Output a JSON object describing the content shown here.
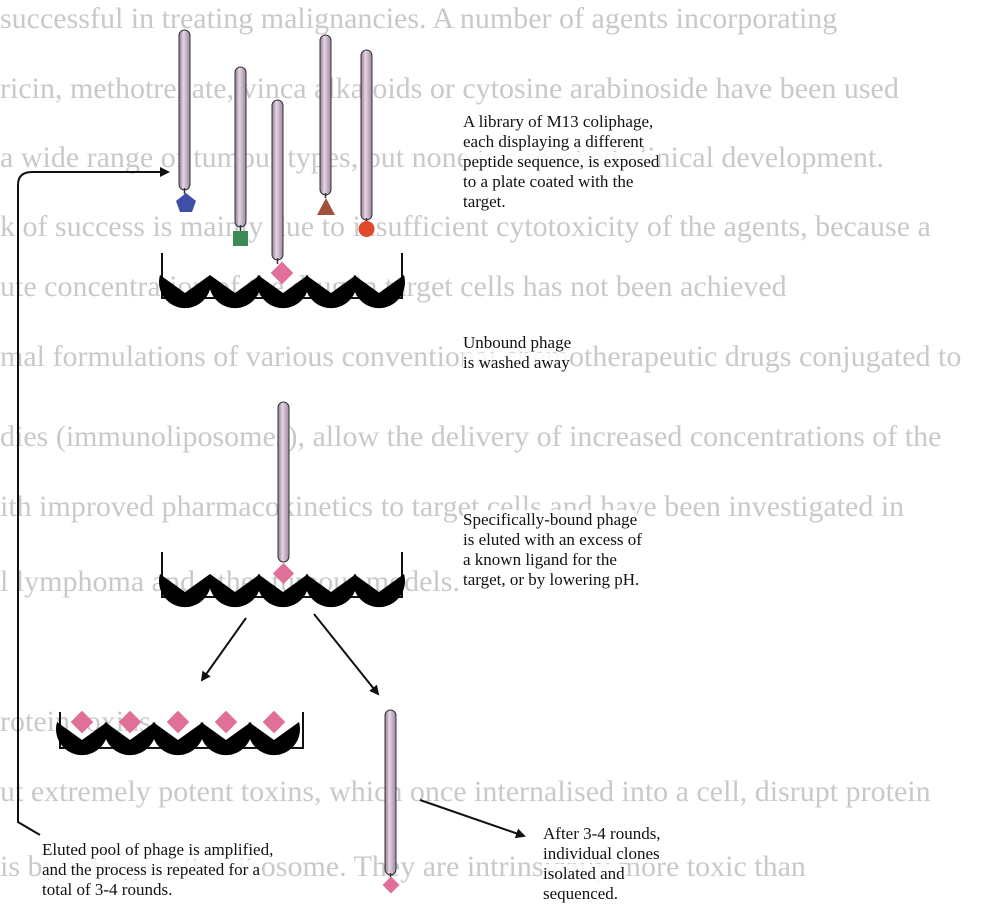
{
  "background_text": [
    "successful in treating malignancies. A number of agents incorporating",
    "ricin, methotrexate, vinca alkaloids or cytosine arabinoside have been used",
    "a wide range of tumour types, but none has reached clinical development.",
    "k of success is mainly due to insufficient cytotoxicity of the agents, because a",
    "ute concentration of the drug in target cells has not been achieved",
    "mal formulations of various conventional chemotherapeutic drugs conjugated to",
    "dies (immunoliposomes), allow the delivery of increased concentrations of the",
    "ith improved pharmacokinetics to target cells and have been investigated in",
    "l lymphoma and other tumour models.",
    "rotein toxins",
    "ut extremely potent toxins, which once internalised into a cell, disrupt protein",
    "is by acting on the ribosome. They are intrinsically more toxic than"
  ],
  "captions": {
    "library": "A library of M13 coliphage,\neach displaying a different\npeptide sequence, is exposed\nto a plate coated with the\ntarget.",
    "wash": "Unbound phage\nis washed away",
    "elute": "Specifically-bound phage\nis eluted with an excess of\na known ligand for the\ntarget, or by lowering pH.",
    "amplify": "Eluted pool of phage is amplified,\nand the process is repeated for a\ntotal of 3-4 rounds.",
    "sequence": "After 3-4 rounds,\nindividual clones\nisolated and\nsequenced."
  },
  "colors": {
    "phage_body": "#c9b3c9",
    "receptor": "#000000",
    "target": "#e0709a",
    "pentagon": "#3f4fa8",
    "square": "#3c8a55",
    "triangle": "#a0523b",
    "circle": "#e04a2a"
  }
}
